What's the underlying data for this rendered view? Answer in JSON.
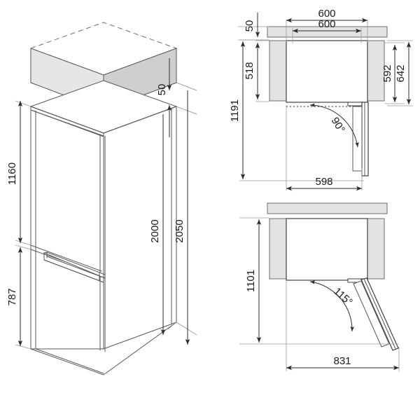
{
  "document": {
    "type": "technical-dimension-drawing",
    "subject": "Refrigerator installation dimensions",
    "units": "mm",
    "background_color": "#ffffff",
    "line_color": "#2b2b2b",
    "shade_color": "#e3e3e3"
  },
  "views": {
    "isometric": {
      "name": "Isometric installation view",
      "dimensions": {
        "niche_clearance": "50",
        "upper_door_height": "1160",
        "lower_door_height": "787",
        "cabinet_height": "2000",
        "total_height": "2050"
      }
    },
    "plan_90": {
      "name": "Plan view, door open 90 degrees",
      "dimensions": {
        "top_width_outer": "600",
        "top_width_inner": "600",
        "side_clearance": "50",
        "cabinet_depth": "518",
        "overall_depth": "1191",
        "door_swing_depth": "598",
        "body_depth_inner": "592",
        "body_depth_outer": "642",
        "door_angle": "90°"
      }
    },
    "plan_115": {
      "name": "Plan view, door open 115 degrees",
      "dimensions": {
        "overall_depth": "1101",
        "door_swing_width": "831",
        "door_angle": "115°"
      }
    }
  },
  "labels": {
    "iso_50": "50",
    "iso_1160": "1160",
    "iso_787": "787",
    "iso_2000": "2000",
    "iso_2050": "2050",
    "plan90_600_outer": "600",
    "plan90_600_inner": "600",
    "plan90_50": "50",
    "plan90_518": "518",
    "plan90_1191": "1191",
    "plan90_598": "598",
    "plan90_592": "592",
    "plan90_642": "642",
    "plan90_angle": "90°",
    "plan115_1101": "1101",
    "plan115_831": "831",
    "plan115_angle": "115°"
  }
}
